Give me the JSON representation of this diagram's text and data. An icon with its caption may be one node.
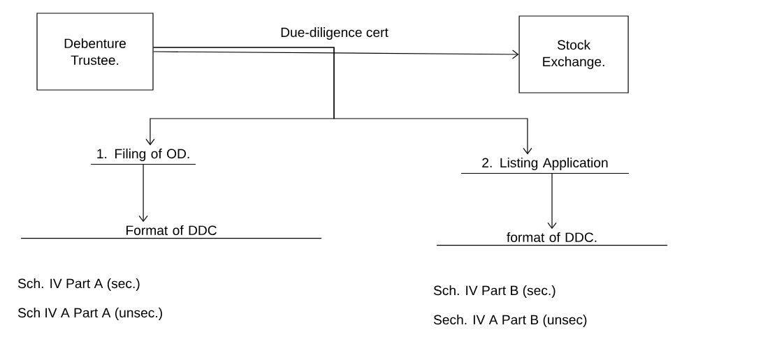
{
  "diagram": {
    "nodes": [
      {
        "text": [
          "Debenture Trustee."
        ]
      },
      {
        "text": [
          "Stock Exchange."
        ]
      },
      {
        "text": [
          "1. Filing of OD."
        ]
      },
      {
        "text": [
          "2. Listing Application"
        ]
      },
      {
        "text": [
          "Format of DDC"
        ],
        "beside": [
          "Sch. IV Part A (sec.)",
          "Sch IV A Part A (unsec.)"
        ]
      },
      {
        "text": [
          "format of DDC."
        ],
        "beside": [
          "Sch. IV Part B (sec.)",
          "Sech. IV A Part B (unsec)"
        ]
      }
    ],
    "edges": [
      {
        "from": 0,
        "to": 1,
        "arrow": "to",
        "label": "Due-diligence cert"
      },
      {
        "from": 0,
        "to": 2,
        "arrow": "to"
      },
      {
        "from": 0,
        "to": 3,
        "arrow": "to"
      },
      {
        "from": 2,
        "to": 4,
        "arrow": "to"
      },
      {
        "from": 3,
        "to": 5,
        "arrow": "to"
      }
    ]
  }
}
